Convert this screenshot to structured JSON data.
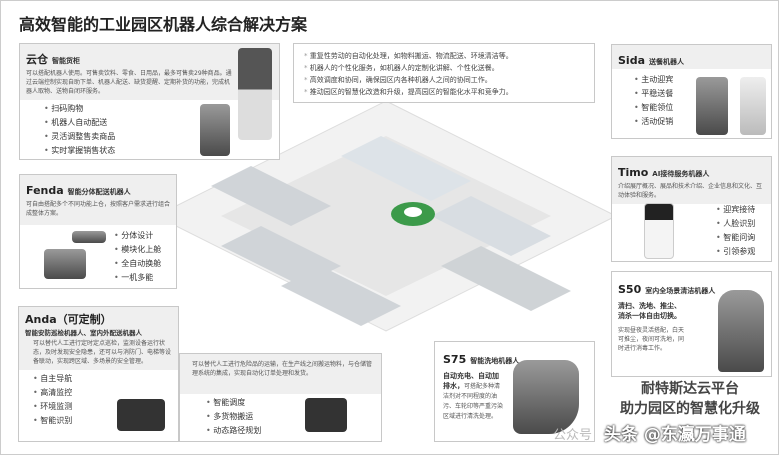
{
  "title": "高效智能的工业园区机器人综合解决方案",
  "yuncang": {
    "name": "云仓",
    "sub": "智能货柜",
    "desc": "可以搭配机器人使用。可售卖饮料、零食、日用品，最多可售卖29种商品。通过云端控制实现自助下单、机器人配送、缺货提醒、定期补货的功能，完成机器人取物、送物自闭环服务。",
    "features": [
      "扫码购物",
      "机器人自动配送",
      "灵活调整售卖商品",
      "实时掌握销售状态"
    ]
  },
  "center": {
    "items": [
      "重复性劳动的自动化处理，如物料搬运、物流配送、环境清洁等。",
      "机器人的个性化服务，如机器人的定制化讲解、个性化送餐。",
      "高效调度和协同，确保园区内各种机器人之间的协同工作。",
      "推动园区的智慧化改造和升级，提高园区的智能化水平和竞争力。"
    ]
  },
  "fenda": {
    "name": "Fenda",
    "sub": "智能分体配送机器人",
    "desc": "可自由搭配多个不同功能上仓，按照客户需求进行组合成整体方案。",
    "features": [
      "分体设计",
      "模块化上舱",
      "全自动换舱",
      "一机多能"
    ]
  },
  "anda": {
    "name": "Anda（可定制）",
    "sub": "智能安防巡检机器人、室内外配送机器人",
    "desc": "可以替代人工进行定时定点巡检，监测设备运行状态，及时发现安全隐患，还可以与消防门、电梯等设备联动，实现跨区域、多场景的安全管理。",
    "features": [
      "自主导航",
      "高清监控",
      "环境监测",
      "智能识别"
    ]
  },
  "transport": {
    "desc": "可以替代人工进行危险品的运输，在生产线之间搬运物料，与仓储管理系统的集成，实现自动化订单处理和发货。",
    "features": [
      "智能调度",
      "多货物搬运",
      "动态路径规划"
    ]
  },
  "s75": {
    "name": "S75",
    "sub": "智能洗地机器人",
    "bold": "自动充电、自动加排水，",
    "desc": "可搭配多种清洁剂对不同程度的油污、车轮印等严重污染区域进行清洗处理。"
  },
  "sida": {
    "name": "Sida",
    "sub": "送餐机器人",
    "features": [
      "主动迎宾",
      "平稳送餐",
      "智能领位",
      "活动促销"
    ]
  },
  "timo": {
    "name": "Timo",
    "sub": "AI接待服务机器人",
    "desc": "介绍展厅概况、展品和技术介绍、企业信息和文化、互动体验和服务。",
    "features": [
      "迎宾接待",
      "人脸识别",
      "智能问询",
      "引领参观"
    ]
  },
  "s50": {
    "name": "S50",
    "sub": "室内全场景清洁机器人",
    "bold": "清扫、洗地、推尘、消杀一体自由切换。",
    "desc": "实现昼夜灵活搭配，白天可推尘，夜间可洗地，同时进行消毒工作。"
  },
  "footer": {
    "line1": "耐特斯达云平台",
    "line2": "助力园区的智慧化升级"
  },
  "watermark": {
    "faint": "公众号",
    "main": "头条 @东瀛万事通"
  }
}
